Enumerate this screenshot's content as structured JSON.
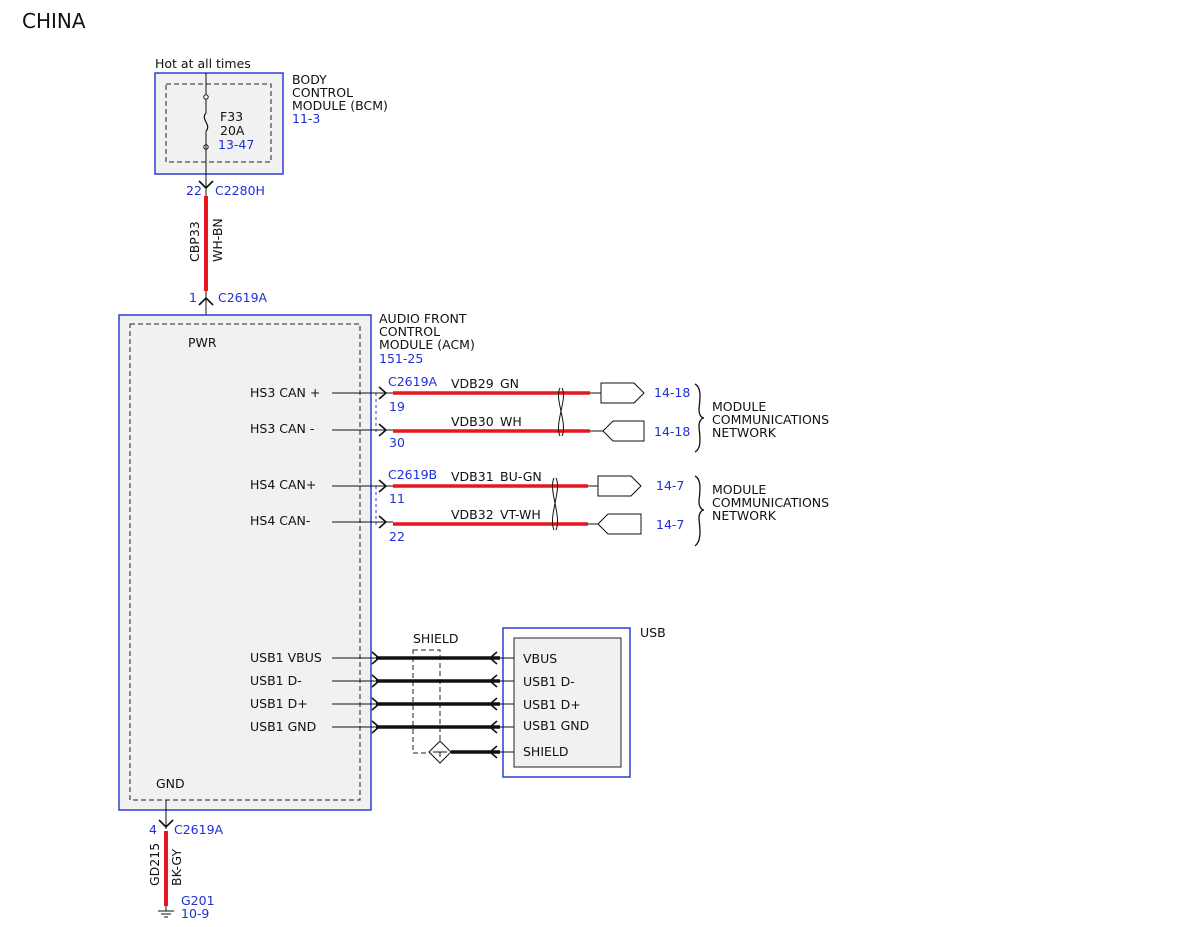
{
  "title": "CHINA",
  "colors": {
    "wire_red": "#e8141e",
    "ref_blue": "#1f2fd6",
    "module_border": "#2b3fd6",
    "module_fill": "#f1f1f1"
  },
  "bcm": {
    "supply": "Hot at all times",
    "name_lines": [
      "BODY",
      "CONTROL",
      "MODULE (BCM)"
    ],
    "ref": "11-3",
    "fuse": {
      "id": "F33",
      "rating": "20A",
      "ref": "13-47"
    },
    "pin": "22",
    "connector": "C2280H"
  },
  "power_wire": {
    "circuit": "CBP33",
    "color": "WH-BN"
  },
  "acm": {
    "power_pin": "1",
    "power_connector": "C2619A",
    "name_lines": [
      "AUDIO FRONT",
      "CONTROL",
      "MODULE (ACM)"
    ],
    "ref": "151-25",
    "pwr_label": "PWR",
    "gnd_label": "GND",
    "gnd_pin": "4",
    "gnd_connector": "C2619A"
  },
  "can_connector_a": "C2619A",
  "can_connector_b": "C2619B",
  "can_lines": [
    {
      "label": "HS3 CAN +",
      "pin": "19",
      "circuit": "VDB29",
      "color": "GN",
      "ref": "14-18"
    },
    {
      "label": "HS3 CAN -",
      "pin": "30",
      "circuit": "VDB30",
      "color": "WH",
      "ref": "14-18"
    },
    {
      "label": "HS4 CAN+",
      "pin": "11",
      "circuit": "VDB31",
      "color": "BU-GN",
      "ref": "14-7"
    },
    {
      "label": "HS4 CAN-",
      "pin": "22",
      "circuit": "VDB32",
      "color": "VT-WH",
      "ref": "14-7"
    }
  ],
  "network_labels": [
    [
      "MODULE",
      "COMMUNICATIONS",
      "NETWORK"
    ],
    [
      "MODULE",
      "COMMUNICATIONS",
      "NETWORK"
    ]
  ],
  "usb": {
    "name": "USB",
    "shield_label": "SHIELD",
    "lines": [
      {
        "acm_label": "USB1 VBUS",
        "usb_label": "VBUS"
      },
      {
        "acm_label": "USB1 D-",
        "usb_label": "USB1 D-"
      },
      {
        "acm_label": "USB1 D+",
        "usb_label": "USB1 D+"
      },
      {
        "acm_label": "USB1 GND",
        "usb_label": "USB1 GND"
      }
    ],
    "shield_pin_label": "SHIELD"
  },
  "ground_wire": {
    "circuit": "GD215",
    "color": "BK-GY"
  },
  "ground": {
    "id": "G201",
    "ref": "10-9"
  }
}
